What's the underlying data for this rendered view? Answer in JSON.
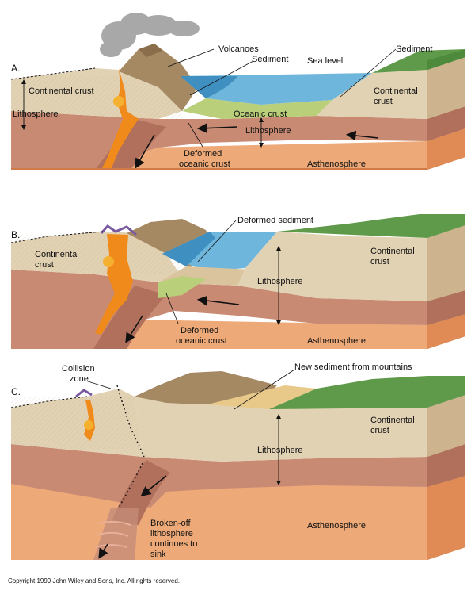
{
  "panels": [
    {
      "letter": "A.",
      "labels": {
        "volcanoes": "Volcanoes",
        "sediment_left": "Sediment",
        "sea_level": "Sea level",
        "sediment_right": "Sediment",
        "continental_crust_left": "Continental crust",
        "continental_crust_right_1": "Continental",
        "continental_crust_right_2": "crust",
        "lithosphere_left": "Lithosphere",
        "oceanic_crust": "Oceanic crust",
        "lithosphere_mid": "Lithosphere",
        "deformed_1": "Deformed",
        "deformed_2": "oceanic crust",
        "asthenosphere": "Asthenosphere"
      }
    },
    {
      "letter": "B.",
      "labels": {
        "deformed_sediment": "Deformed sediment",
        "continental_left_1": "Continental",
        "continental_left_2": "crust",
        "continental_right_1": "Continental",
        "continental_right_2": "crust",
        "lithosphere": "Lithosphere",
        "deformed_1": "Deformed",
        "deformed_2": "oceanic crust",
        "asthenosphere": "Asthenosphere"
      }
    },
    {
      "letter": "C.",
      "labels": {
        "collision_1": "Collision",
        "collision_2": "zone",
        "new_sediment": "New sediment from mountains",
        "continental_right_1": "Continental",
        "continental_right_2": "crust",
        "lithosphere": "Lithosphere",
        "asthenosphere": "Asthenosphere",
        "broken_1": "Broken-off",
        "broken_2": "lithosphere",
        "broken_3": "continues to",
        "broken_4": "sink"
      }
    }
  ],
  "copyright": "Copyright 1999 John Wiley and Sons, Inc. All rights reserved.",
  "colors": {
    "crust": "#e2d2b4",
    "crust_dark": "#c9b592",
    "lithosphere": "#c98a74",
    "lithosphere_dark": "#b0705c",
    "asthenosphere": "#eda978",
    "asthenosphere_dark": "#e08a55",
    "ocean": "#6fb6dd",
    "ocean_dark": "#3f8fc0",
    "grass": "#5f9a4a",
    "magma": "#f08a1a",
    "oceanic_crust": "#b9cf7a",
    "sediment": "#e9c98a"
  }
}
